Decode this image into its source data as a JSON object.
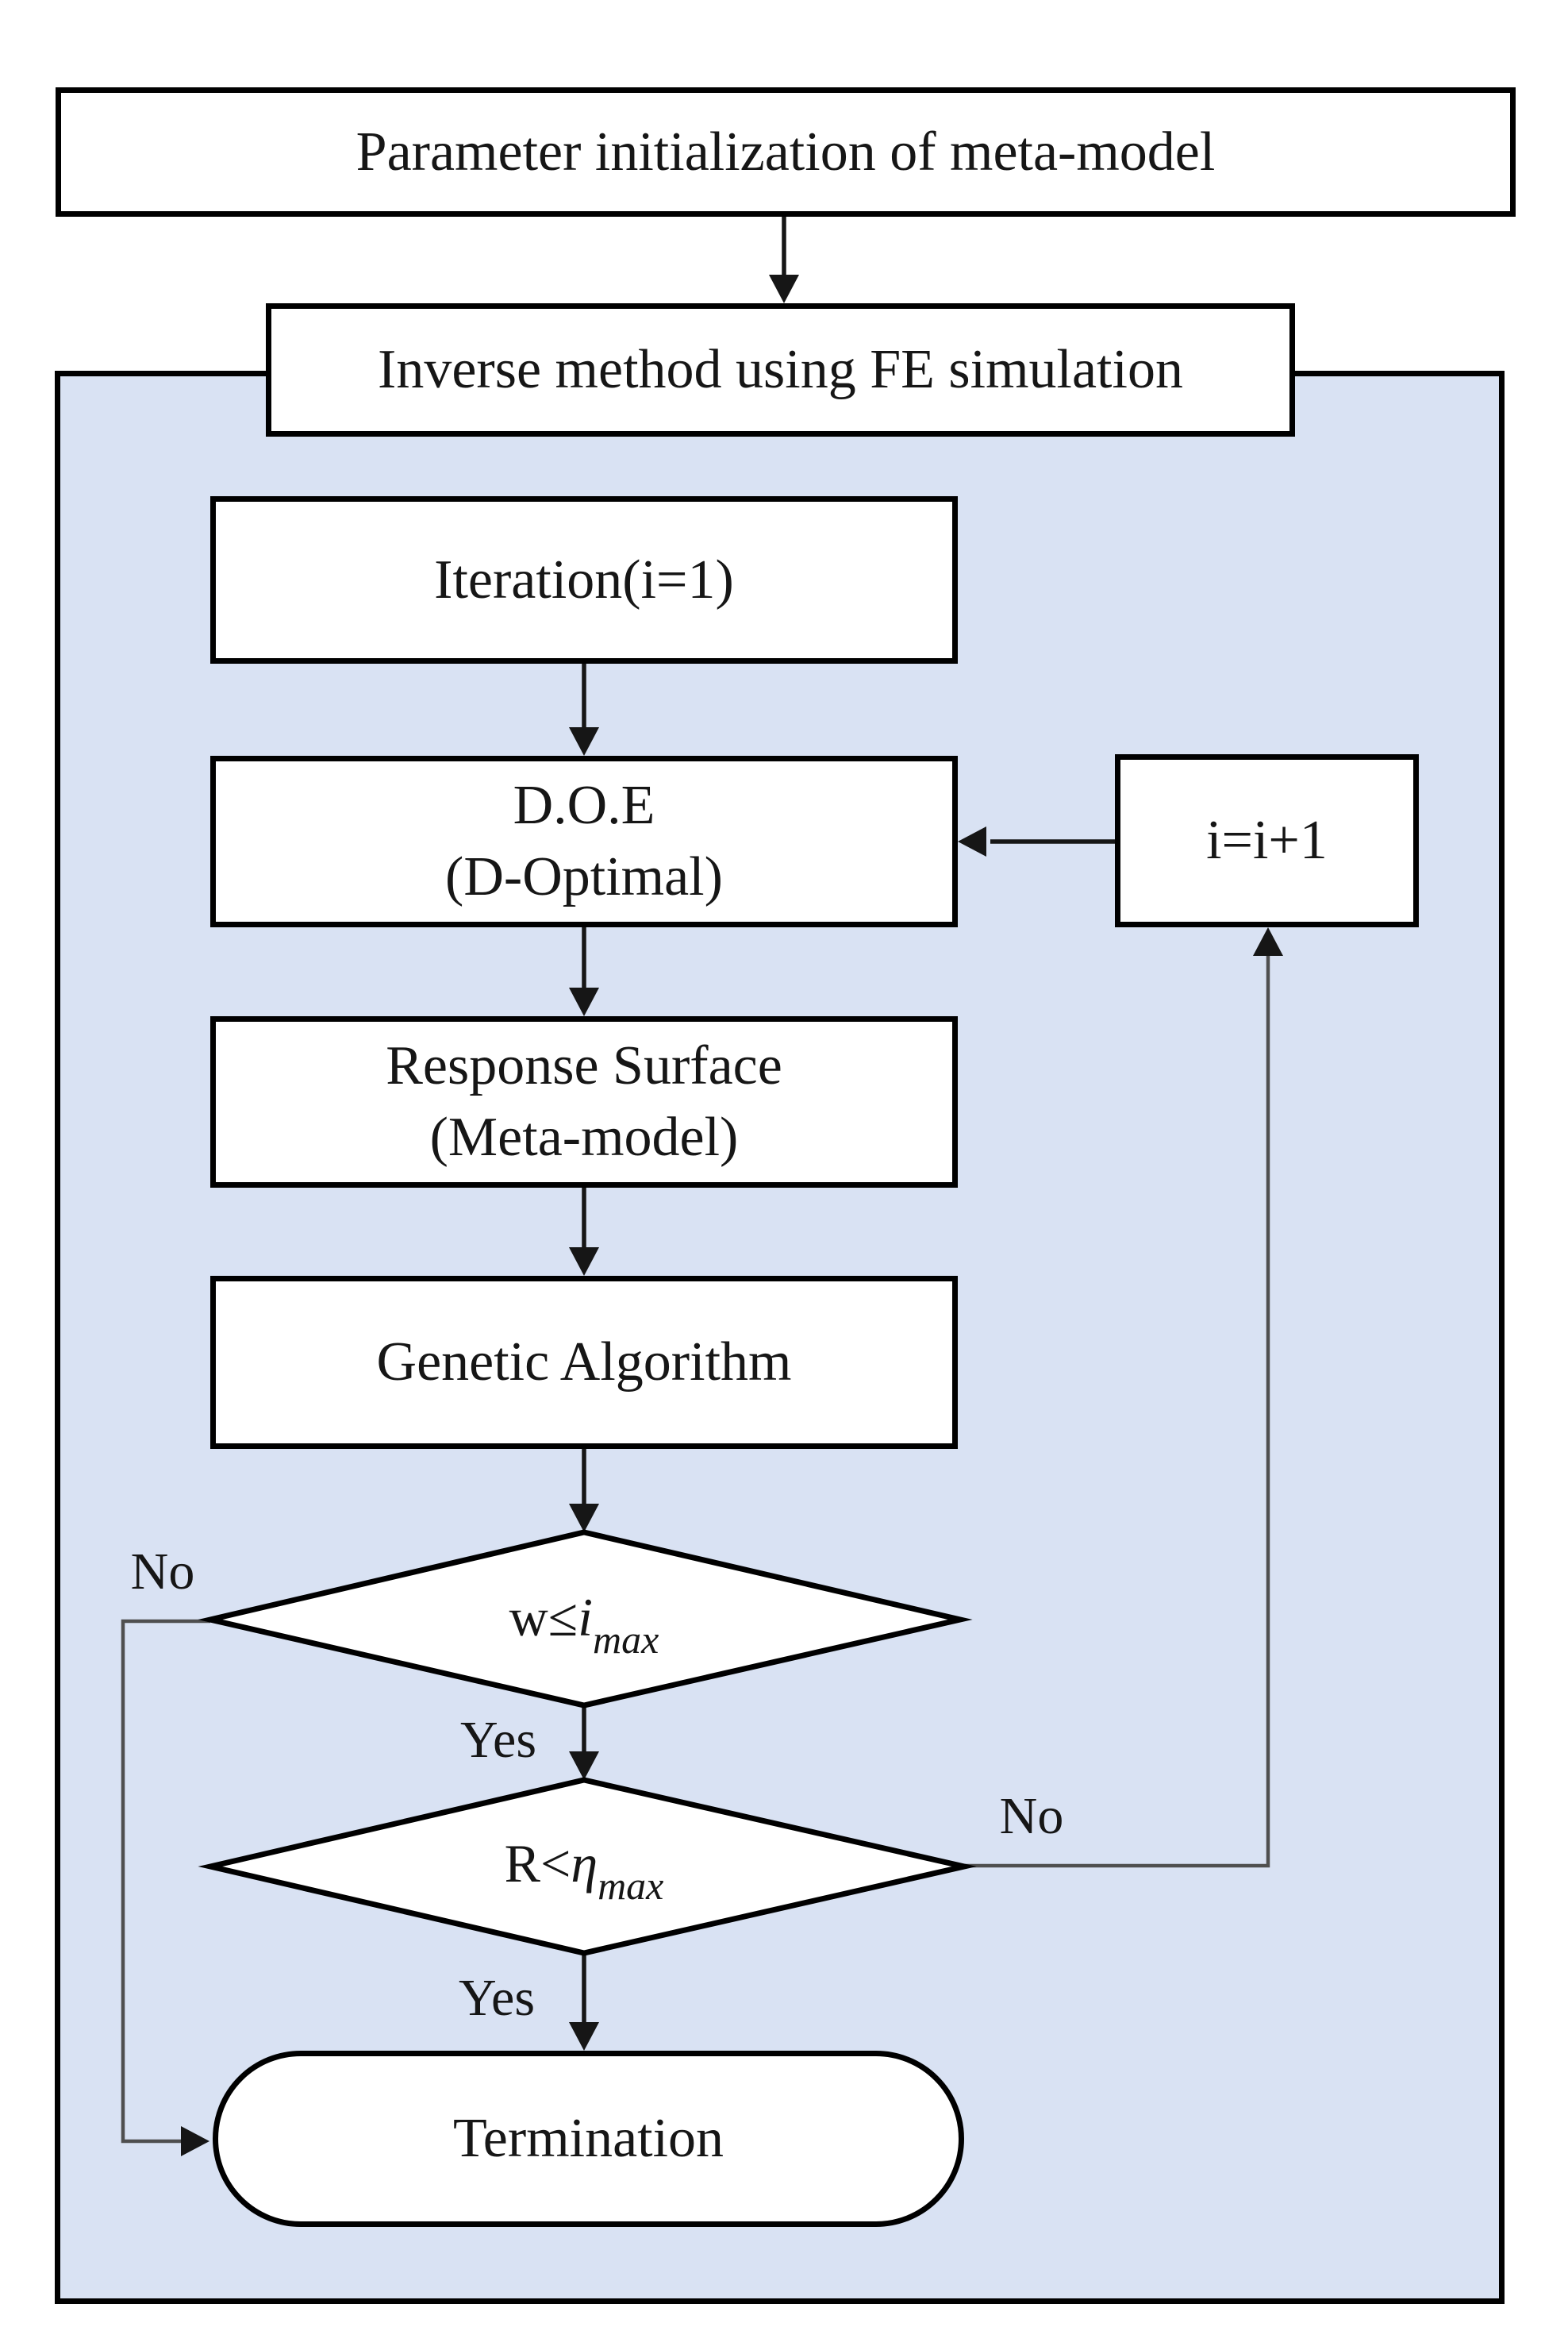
{
  "flowchart": {
    "nodes": {
      "param_init": {
        "label": "Parameter initialization of meta-model"
      },
      "inverse_method": {
        "label": "Inverse method using FE simulation"
      },
      "iteration": {
        "label": "Iteration(i=1)"
      },
      "doe": {
        "line1": "D.O.E",
        "line2": "(D-Optimal)"
      },
      "response_surface": {
        "line1": "Response Surface",
        "line2": "(Meta-model)"
      },
      "genetic_algorithm": {
        "label": "Genetic Algorithm"
      },
      "decision_iterations": {
        "pre": "w≤",
        "variable": "i",
        "subscript": "max"
      },
      "decision_error": {
        "pre": "R<",
        "variable": "η",
        "subscript": "max"
      },
      "increment": {
        "label": "i=i+1"
      },
      "termination": {
        "label": "Termination"
      }
    },
    "edge_labels": {
      "decision1_no": "No",
      "decision1_yes": "Yes",
      "decision2_no": "No",
      "decision2_yes": "Yes"
    },
    "colors": {
      "container_fill": "#d9e2f3",
      "node_fill": "#ffffff",
      "node_border": "#000000",
      "connector": "#161616",
      "loop_connector": "#4f4f4f",
      "text": "#161616"
    }
  }
}
